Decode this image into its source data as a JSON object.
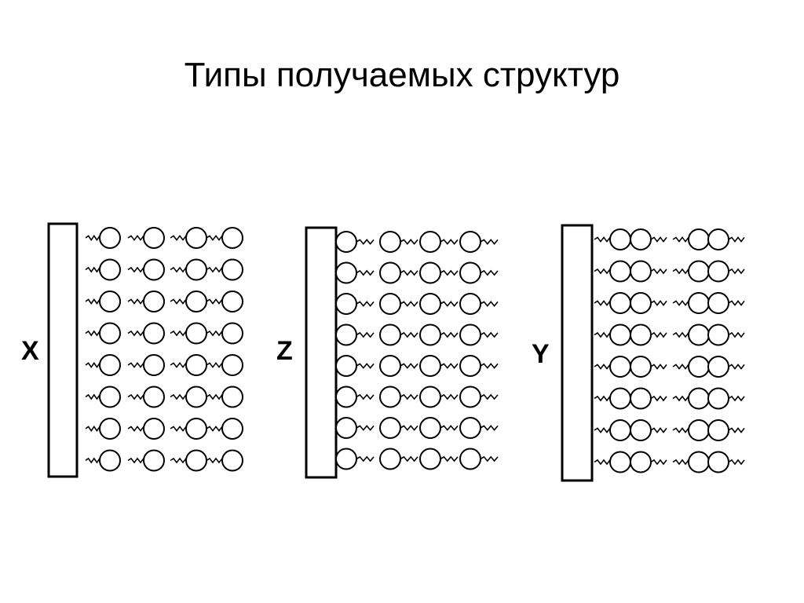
{
  "slide": {
    "title": "Типы получаемых структур"
  },
  "diagram": {
    "panels": [
      {
        "label": "X",
        "structure": "X",
        "columns": 4,
        "molecules_per_column": 8
      },
      {
        "label": "Z",
        "structure": "Z",
        "columns": 4,
        "molecules_per_column": 8
      },
      {
        "label": "Y",
        "structure": "Y",
        "columns": 4,
        "molecules_per_column": 8
      }
    ],
    "colors": {
      "stroke": "#000000",
      "background": "#ffffff"
    }
  }
}
